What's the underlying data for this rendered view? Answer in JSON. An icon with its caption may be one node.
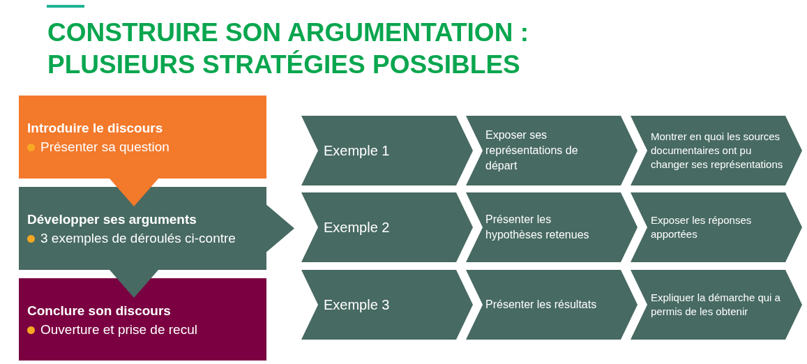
{
  "diagram": {
    "title": "CONSTRUIRE SON ARGUMENTATION : PLUSIEURS STRATÉGIES POSSIBLES",
    "nodes": [
      {
        "text": [
          "Introduire le discours",
          "Présenter sa question"
        ]
      },
      {
        "text": [
          "Développer ses arguments",
          "3 exemples de déroulés ci-contre"
        ]
      },
      {
        "text": [
          "Conclure son discours",
          "Ouverture et prise de recul"
        ]
      },
      {
        "text": [
          "Exemple 1"
        ]
      },
      {
        "text": [
          "Exposer ses représentations de départ"
        ]
      },
      {
        "text": [
          "Montrer en quoi les sources documentaires ont pu changer ses représentations"
        ]
      },
      {
        "text": [
          "Exemple 2"
        ]
      },
      {
        "text": [
          "Présenter les hypothèses retenues"
        ]
      },
      {
        "text": [
          "Exposer les réponses apportées"
        ]
      },
      {
        "text": [
          "Exemple 3"
        ]
      },
      {
        "text": [
          "Présenter les résultats"
        ]
      },
      {
        "text": [
          "Expliquer la démarche qui a permis de les obtenir"
        ]
      }
    ],
    "edges": [
      {
        "from": 0,
        "to": 1,
        "arrow": "to",
        "color": "#f3792b"
      },
      {
        "from": 1,
        "to": 2,
        "arrow": "to"
      },
      {
        "from": 1,
        "to": 6,
        "arrow": "to"
      }
    ]
  }
}
